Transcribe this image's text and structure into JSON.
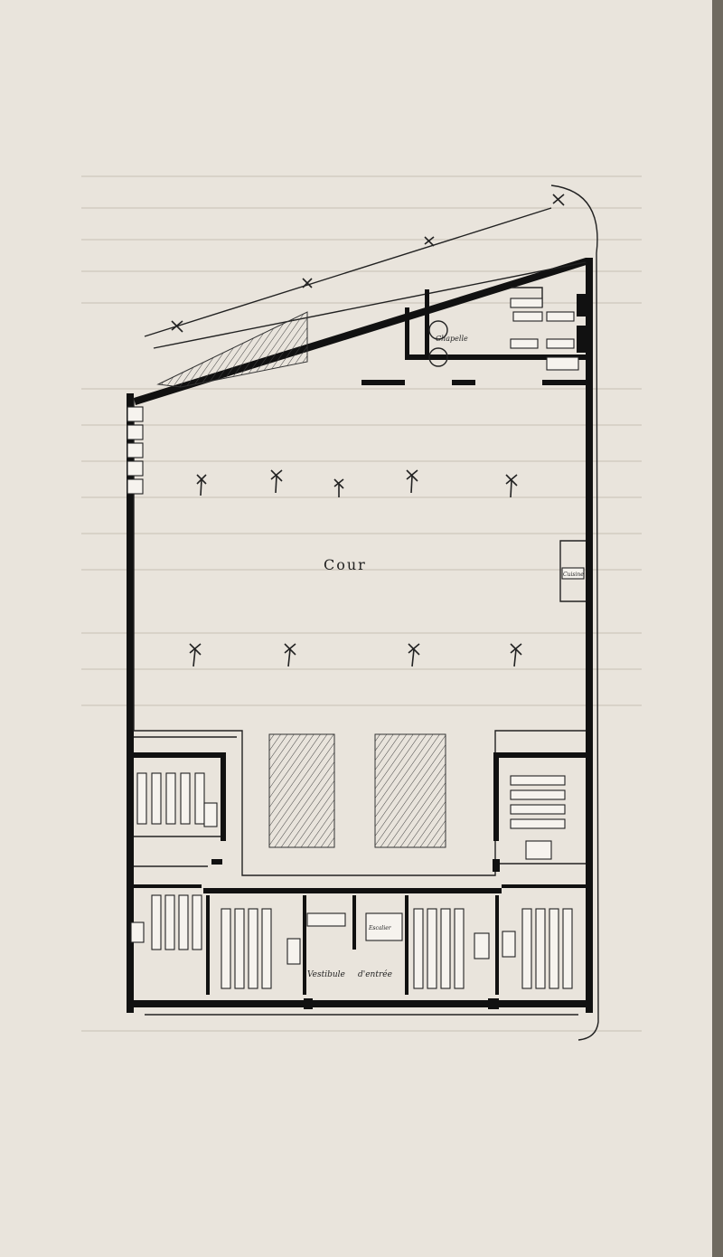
{
  "plan": {
    "court_label": "Cour",
    "kitchen_label": "Cuisine",
    "vestibule_label": "Vestibule",
    "entrance_label": "d'entrée",
    "stair_label": "Escalier",
    "chapel_label": "Chapelle"
  },
  "colors": {
    "paper": "#e9e4dc",
    "ink": "#111111"
  }
}
